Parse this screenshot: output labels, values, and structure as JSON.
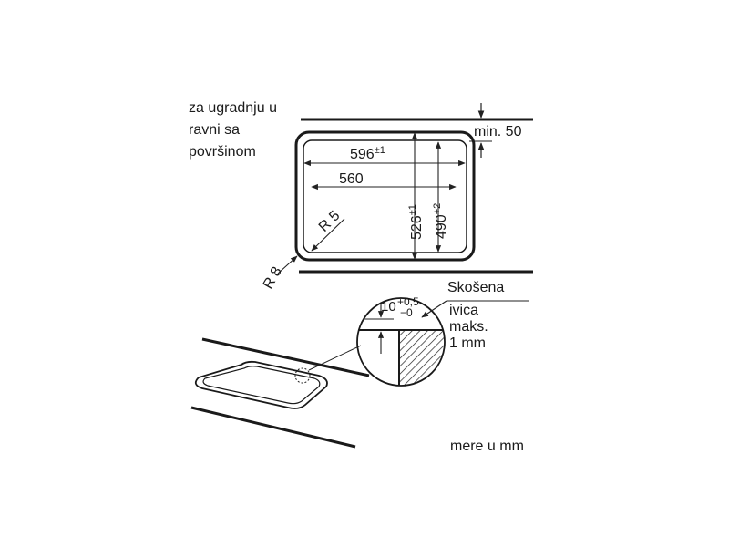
{
  "diagram": {
    "note_lines": [
      "za ugradnju u",
      "ravni sa",
      "površinom"
    ],
    "min_label": "min. 50",
    "width_outer": "596",
    "width_outer_tol": "±1",
    "width_inner": "560",
    "depth_outer": "526",
    "depth_outer_tol": "±1",
    "depth_inner": "490",
    "depth_inner_tol": "+2",
    "radius_inner": "R 5",
    "radius_outer": "R 8",
    "detail_dim": "10",
    "detail_tol_upper": "+0,5",
    "detail_tol_lower": "−0",
    "bevel_lines": [
      "Skošena",
      "ivica",
      "maks.",
      "1 mm"
    ],
    "units_label": "mere u mm"
  }
}
